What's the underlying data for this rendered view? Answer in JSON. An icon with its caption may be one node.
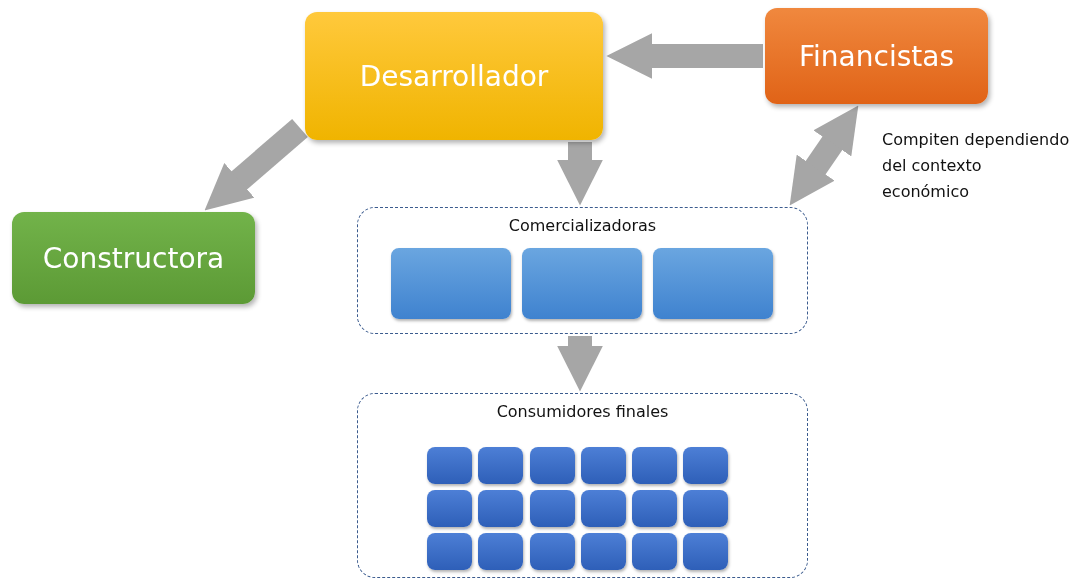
{
  "diagram": {
    "nodes": [
      {
        "text": [
          "Desarrollador"
        ]
      },
      {
        "text": [
          "Financistas"
        ]
      },
      {
        "text": [
          "Constructora"
        ]
      },
      {
        "text": [
          "Comercializadoras"
        ]
      },
      {
        "text": [],
        "shape": "box",
        "in": 3
      },
      {
        "text": [],
        "shape": "box",
        "in": 3
      },
      {
        "text": [],
        "shape": "box",
        "in": 3
      },
      {
        "text": [
          "Consumidores finales"
        ]
      },
      {
        "text": [],
        "shape": "box",
        "in": 7
      },
      {
        "text": [],
        "shape": "box",
        "in": 7
      },
      {
        "text": [],
        "shape": "box",
        "in": 7
      },
      {
        "text": [],
        "shape": "box",
        "in": 7
      },
      {
        "text": [],
        "shape": "box",
        "in": 7
      },
      {
        "text": [],
        "shape": "box",
        "in": 7
      },
      {
        "text": [],
        "shape": "box",
        "in": 7
      },
      {
        "text": [],
        "shape": "box",
        "in": 7
      },
      {
        "text": [],
        "shape": "box",
        "in": 7
      },
      {
        "text": [],
        "shape": "box",
        "in": 7
      },
      {
        "text": [],
        "shape": "box",
        "in": 7
      },
      {
        "text": [],
        "shape": "box",
        "in": 7
      },
      {
        "text": [],
        "shape": "box",
        "in": 7
      },
      {
        "text": [],
        "shape": "box",
        "in": 7
      },
      {
        "text": [],
        "shape": "box",
        "in": 7
      },
      {
        "text": [],
        "shape": "box",
        "in": 7
      },
      {
        "text": [],
        "shape": "box",
        "in": 7
      },
      {
        "text": [],
        "shape": "box",
        "in": 7
      }
    ],
    "edges": [
      {
        "from": 1,
        "to": 0,
        "arrow": "to"
      },
      {
        "from": 0,
        "to": 2,
        "arrow": "to"
      },
      {
        "from": 0,
        "to": 3,
        "arrow": "to"
      },
      {
        "from": 3,
        "to": 7,
        "arrow": "to"
      },
      {
        "from": 1,
        "to": 3,
        "arrow": "both",
        "label": "Compiten dependiendo del contexto económico"
      }
    ]
  }
}
